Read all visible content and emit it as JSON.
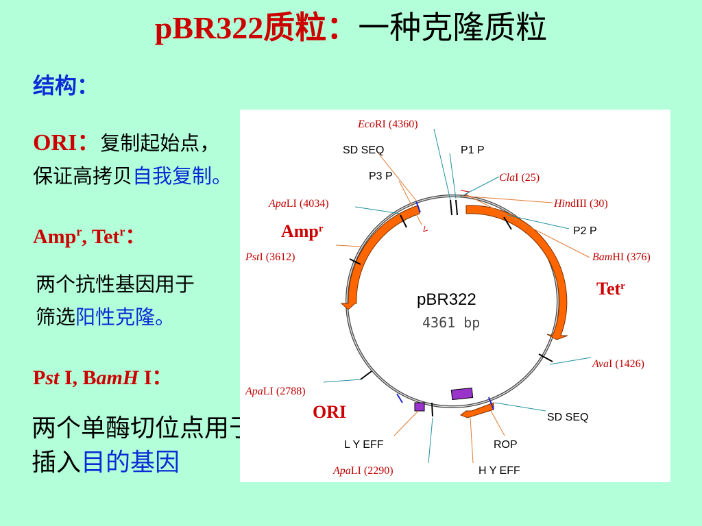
{
  "title": {
    "part1": "pBR322质粒：",
    "part2": "一种克隆质粒"
  },
  "structure_label": "结构：",
  "ori": {
    "label": "ORI：",
    "desc1": "复制起始点，",
    "desc2_black": "保证高拷贝",
    "desc2_blue": "自我复制",
    "desc2_end": "。"
  },
  "resistance": {
    "label_amp": "Amp",
    "sup_r1": "r",
    "comma": ", ",
    "label_tet": "Tet",
    "sup_r2": "r",
    "colon": "：",
    "line1": "两个抗性基因用于",
    "line2_black": "筛选",
    "line2_blue": "阳性克隆",
    "line2_end": "。"
  },
  "sites": {
    "p": "P",
    "st": "st",
    "i1": " I,  ",
    "b": "B",
    "amh": "amH",
    "i2": " I：",
    "line1": "两个单酶切位点用于",
    "line2_black": "插入",
    "line2_blue": "目的基因"
  },
  "map": {
    "name": "pBR322",
    "size": "4361 bp",
    "amp": "Amp",
    "tet": "Tet",
    "r": "r",
    "ori": "ORI",
    "ecori": [
      "Eco",
      "RI (4360)"
    ],
    "clai": [
      "Cla",
      "I (25)"
    ],
    "hindiii": [
      "Hin",
      "dIII (30)"
    ],
    "bamhi": [
      "Bam",
      "HI (376)"
    ],
    "aval": [
      "Ava",
      "I (1426)"
    ],
    "apali_4034": [
      "Apa",
      "LI (4034)"
    ],
    "psti": [
      "Pst",
      "I (3612)"
    ],
    "apali_2788": [
      "Apa",
      "LI (2788)"
    ],
    "apali_2290": [
      "Apa",
      "LI (2290)"
    ],
    "sd_seq_top": "SD SEQ",
    "p1p": "P1 P",
    "p3p": "P3 P",
    "p2p": "P2 P",
    "sd_seq_bottom": "SD SEQ",
    "ly_eff": "L Y EFF",
    "rop": "ROP",
    "hy_eff": "H Y EFF"
  },
  "colors": {
    "background": "#b3ffd9",
    "red": "#cc0000",
    "blue": "#0a2bd6",
    "arrow": "#ff6600",
    "marker_purple": "#9933cc"
  }
}
